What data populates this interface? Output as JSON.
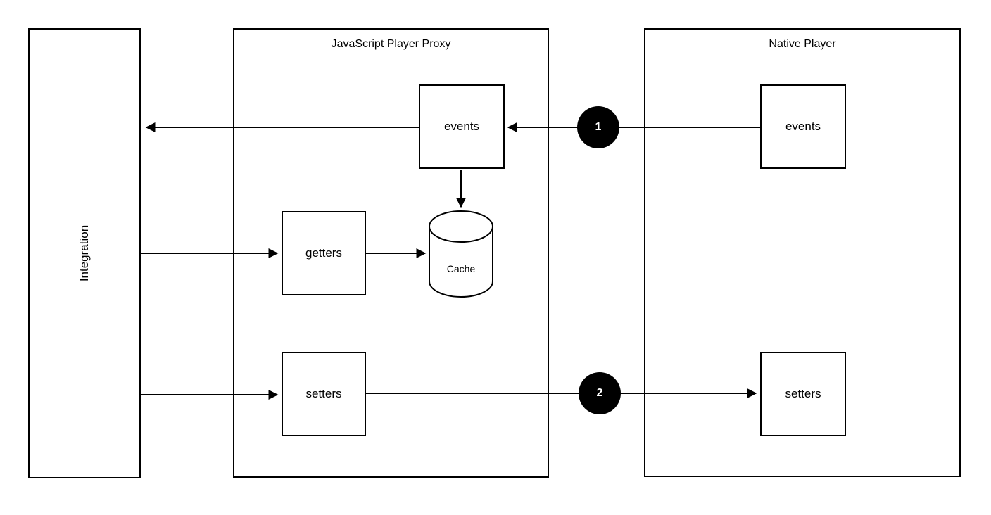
{
  "containers": {
    "integration": {
      "label": "Integration"
    },
    "proxy": {
      "label": "JavaScript Player Proxy"
    },
    "native": {
      "label": "Native Player"
    }
  },
  "nodes": {
    "proxy_events": {
      "label": "events"
    },
    "proxy_getters": {
      "label": "getters"
    },
    "proxy_setters": {
      "label": "setters"
    },
    "cache": {
      "label": "Cache"
    },
    "native_events": {
      "label": "events"
    },
    "native_setters": {
      "label": "setters"
    }
  },
  "step_markers": {
    "one": {
      "label": "1"
    },
    "two": {
      "label": "2"
    }
  },
  "colors": {
    "stroke": "#000000",
    "shape_fill": "#ffffff",
    "marker_fill": "#000000",
    "marker_text": "#ffffff",
    "background": "#ffffff"
  }
}
